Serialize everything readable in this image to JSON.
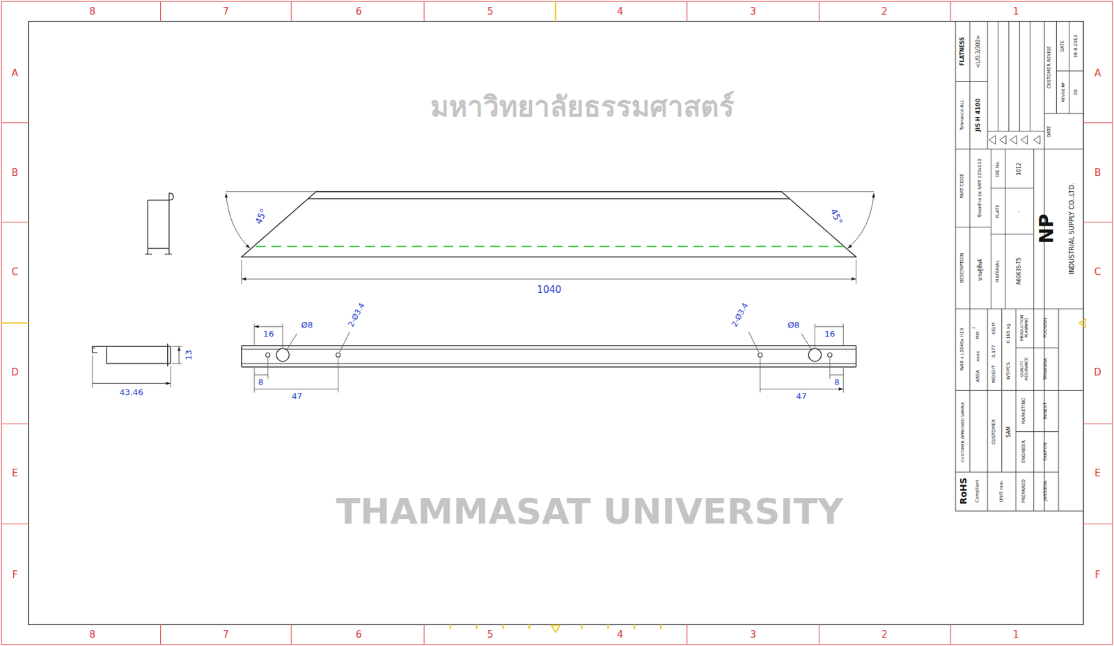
{
  "diagram": {
    "labels": [
      "8",
      "7",
      "6",
      "5",
      "4",
      "3",
      "2",
      "1",
      "8",
      "7",
      "6",
      "5",
      "4",
      "3",
      "2",
      "1",
      "A",
      "B",
      "C",
      "D",
      "E",
      "F",
      "A",
      "B",
      "C",
      "D",
      "E",
      "F",
      "45°",
      "45°",
      "1040",
      "16",
      "Ø8",
      "2-Ø3.4",
      "2-Ø3.4",
      "Ø8",
      "16",
      "8",
      "47",
      "47",
      "8",
      "13",
      "43.46",
      "FLATNESS",
      "<L/0.3/300>",
      "Tolerance ALL",
      "JIS H 4100",
      "DATE",
      "CUSTOMER REVISE",
      "DATE",
      "19-9-2013",
      "REVISE NP",
      "00",
      "PART CODE",
      "ปีกบนซ้าย รุ่น SAM 120x110",
      "DESCRIPTION",
      "บานตู้ชั้น4",
      "DIE No.",
      "1012",
      "PLATE",
      "-",
      "MATERIAL",
      "A6063S-T5",
      "NP",
      "INDUSTRIAL SUPPLY CO.,LTD.",
      "W40 x L1040x H13",
      "AREA",
      "xxxx",
      "MM",
      "2",
      "WEIGHT",
      "0.177",
      "KG/M",
      "WT/PCS.",
      "0.185 kg",
      "PRODUCTION PLANNING",
      "QUALITY ASSURANCE",
      "POONSIN",
      "TAWANNA",
      "CUSTOMER APPROVED SAMPLE",
      "CUSTOMER",
      "SAM",
      "MARKETING",
      "BUNDIT",
      "ENGINEER",
      "EKAPON",
      "PREPARED",
      "JANSUDA",
      "RoHS",
      "Compliant",
      "UNIT mm.",
      "มหาวิทยาลัยธรรมศาสตร์",
      "THAMMASAT UNIVERSITY"
    ]
  }
}
